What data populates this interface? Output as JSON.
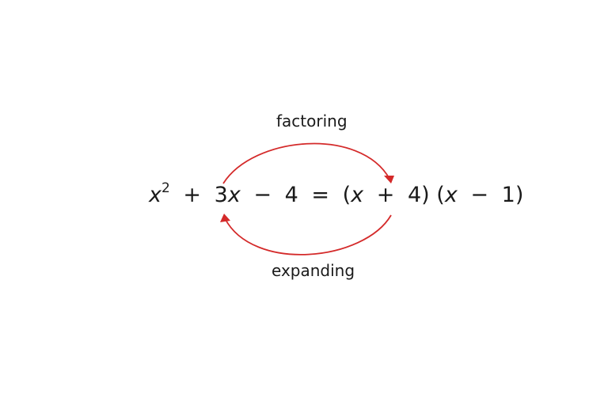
{
  "diagram": {
    "top_label": "factoring",
    "bottom_label": "expanding",
    "arrow_color": "#d42a2a",
    "equation": {
      "left": {
        "var1": "x",
        "exp": "2",
        "op1": "+",
        "coef": "3",
        "var2": "x",
        "op2": "−",
        "const": "4"
      },
      "equals": "=",
      "right": {
        "f1_open": "(",
        "f1_var": "x",
        "f1_op": "+",
        "f1_const": "4",
        "f1_close": ")",
        "f2_open": "(",
        "f2_var": "x",
        "f2_op": "−",
        "f2_const": "1",
        "f2_close": ")"
      }
    }
  }
}
